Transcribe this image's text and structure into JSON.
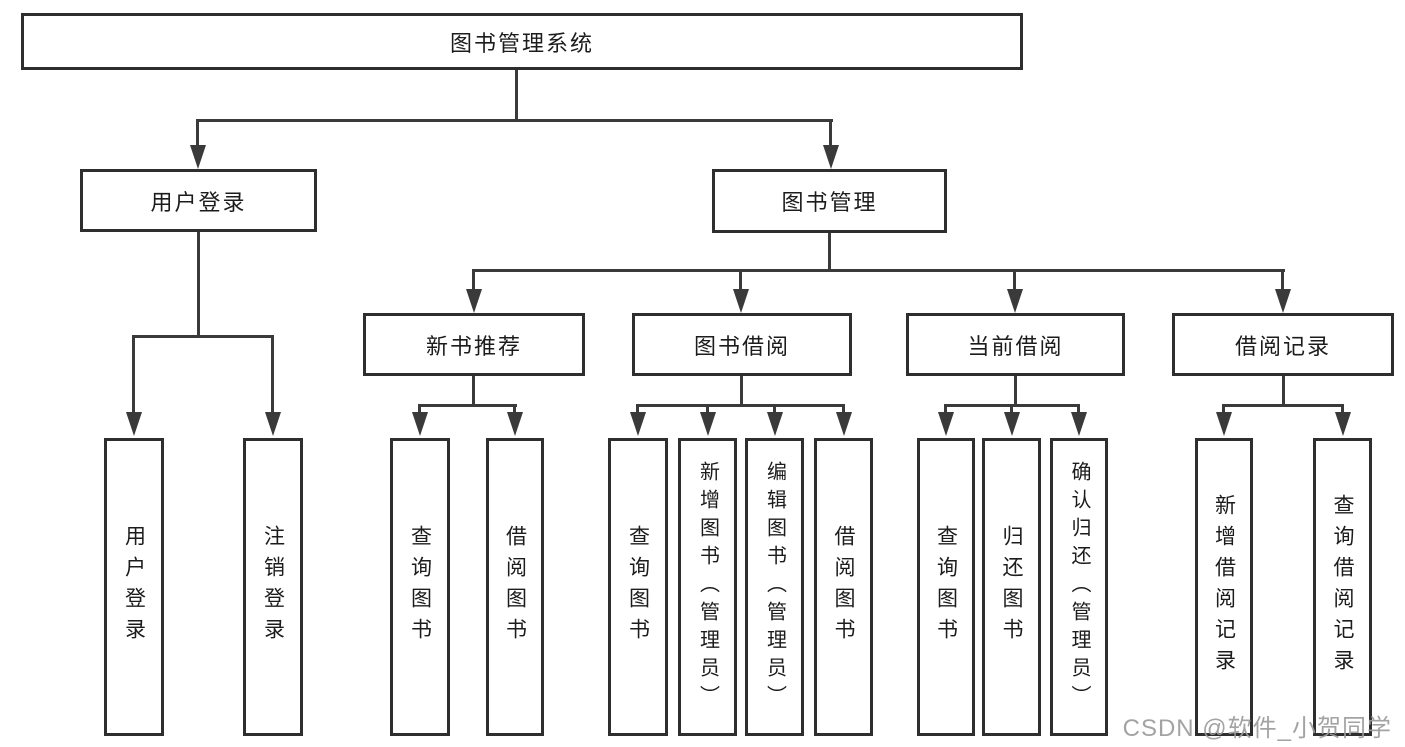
{
  "tree": {
    "root": "图书管理系统",
    "branches": {
      "user_login": {
        "label": "用户登录",
        "children": [
          "用户登录",
          "注销登录"
        ]
      },
      "book_mgmt": {
        "label": "图书管理",
        "sections": {
          "new_books": {
            "label": "新书推荐",
            "children": [
              "查询图书",
              "借阅图书"
            ]
          },
          "borrow": {
            "label": "图书借阅",
            "children": [
              "查询图书",
              "新增图书（管理员）",
              "编辑图书（管理员）",
              "借阅图书"
            ]
          },
          "current": {
            "label": "当前借阅",
            "children": [
              "查询图书",
              "归还图书",
              "确认归还（管理员）"
            ]
          },
          "records": {
            "label": "借阅记录",
            "children": [
              "新增借阅记录",
              "查询借阅记录"
            ]
          }
        }
      }
    }
  },
  "watermark": "CSDN @软件_小贺同学",
  "colors": {
    "line": "#3a3a3a",
    "border": "#2e2e2e",
    "text": "#1c1c1c",
    "watermark": "#9b9b9b",
    "background": "#ffffff"
  }
}
